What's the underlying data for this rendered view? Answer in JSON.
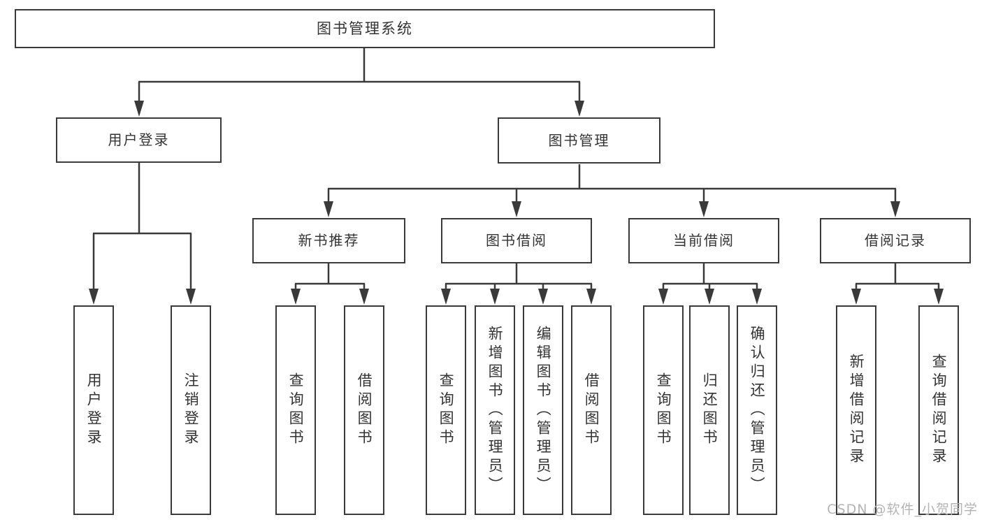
{
  "diagram_title": "图书管理系统",
  "tree": {
    "label": "图书管理系统",
    "children": [
      {
        "label": "用户登录",
        "children": [
          {
            "label": "用户登录"
          },
          {
            "label": "注销登录"
          }
        ]
      },
      {
        "label": "图书管理",
        "children": [
          {
            "label": "新书推荐",
            "children": [
              {
                "label": "查询图书"
              },
              {
                "label": "借阅图书"
              }
            ]
          },
          {
            "label": "图书借阅",
            "children": [
              {
                "label": "查询图书"
              },
              {
                "label": "新增图书（管理员）"
              },
              {
                "label": "编辑图书（管理员）"
              },
              {
                "label": "借阅图书"
              }
            ]
          },
          {
            "label": "当前借阅",
            "children": [
              {
                "label": "查询图书"
              },
              {
                "label": "归还图书"
              },
              {
                "label": "确认归还（管理员）"
              }
            ]
          },
          {
            "label": "借阅记录",
            "children": [
              {
                "label": "新增借阅记录"
              },
              {
                "label": "查询借阅记录"
              }
            ]
          }
        ]
      }
    ]
  },
  "watermark": "CSDN @软件_小贺同学",
  "colors": {
    "line": "#3a3a3a",
    "box_border": "#3a3a3a",
    "text": "#333333",
    "background": "#ffffff",
    "watermark": "#b4b4b4"
  }
}
